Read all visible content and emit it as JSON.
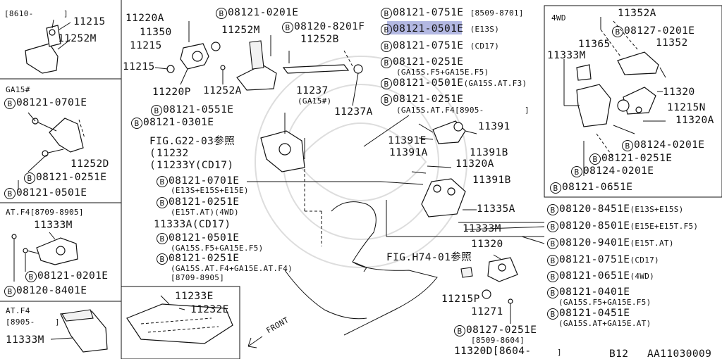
{
  "circle_letter": "B",
  "highlight_color": "#9aa0d8",
  "panels": {
    "p1": {
      "period": "[8610-",
      "close": "]",
      "part_a": "11215",
      "part_b": "11252M"
    },
    "p2": {
      "title": "GA15#",
      "bolt_a": "08121-0701E",
      "part_a": "11252D",
      "bolt_b": "08121-0251E",
      "bolt_c": "08121-0501E"
    },
    "p3": {
      "title": "AT.F4[8709-8905]",
      "part_a": "11333M",
      "bolt_a": "08121-0201E",
      "bolt_b": "08120-8401E"
    },
    "p4": {
      "title": "AT.F4",
      "period": "[8905-",
      "close": "]",
      "part_a": "11333M"
    },
    "p5": {
      "part_a": "11233E",
      "part_b": "11232E",
      "front": "FRONT"
    },
    "p4wd": {
      "title": "4WD",
      "part_a": "11352A",
      "bolt_a": "08127-0201E",
      "part_b": "11365",
      "part_c": "11352",
      "part_d": "11333M",
      "part_e": "11320",
      "part_f": "11215N",
      "part_g": "11320A",
      "bolt_b": "08124-0201E",
      "bolt_c": "08121-0251E",
      "bolt_d": "08124-0201E",
      "bolt_e": "08121-0651E"
    }
  },
  "main": {
    "l01": "11220A",
    "l02": "08121-0201E",
    "l03": "11350",
    "l04": "11252M",
    "l05": "08120-8201F",
    "l06": "11215",
    "l07": "11252B",
    "l08": "11215",
    "l09": "11237",
    "l10": "(GA15#)",
    "l11": "11220P",
    "l12": "11252A",
    "l13": "11237A",
    "l14": "08121-0551E",
    "l15": "08121-0301E",
    "l16": "FIG.G22-03参照",
    "l17": "11232",
    "l18": "11233Y(CD17)",
    "l19": "08121-0701E",
    "l20": "(E13S+E15S+E15E)",
    "l21": "08121-0251E",
    "l22": "(E15T.AT)(4WD)",
    "l23": "11333A(CD17)",
    "l24": "08121-0501E",
    "l25": "(GA15S.F5+GA15E.F5)",
    "l26": "08121-0251E",
    "l27": "(GA15S.AT.F4+GA15E.AT.F4)",
    "l28": "[8709-8905]",
    "r01": "08121-0751E",
    "r01b": "[8509-8701]",
    "r02": "08121-0501E",
    "r02b": "(E13S)",
    "r03": "08121-0751E",
    "r03b": "(CD17)",
    "r04": "08121-0251E",
    "r04b": "(GA15S.F5+GA15E.F5)",
    "r05": "08121-0501E",
    "r05b": "(GA15S.AT.F3)",
    "r06": "08121-0251E",
    "r06b": "(GA15S.AT.F4[8905-",
    "r06c": "]",
    "c01": "11391",
    "c02": "11391E",
    "c03": "11391B",
    "c04": "11391A",
    "c05": "11320A",
    "c06": "11391B",
    "c07": "11335A",
    "c08": "11333M",
    "fig2": "FIG.H74-01参照",
    "c09": "11320",
    "c10": "11215P",
    "c11": "11271",
    "b01": "08127-0251E",
    "b02": "[8509-8604]",
    "b03": "11320D[8604-",
    "b03c": "]"
  },
  "notes": [
    {
      "code": "08120-8451E",
      "cond": "(E13S+E15S)"
    },
    {
      "code": "08120-8501E",
      "cond": "(E15E+E15T.F5)"
    },
    {
      "code": "08120-9401E",
      "cond": "(E15T.AT)"
    },
    {
      "code": "08121-0751E",
      "cond": "(CD17)"
    },
    {
      "code": "08121-0651E",
      "cond": "(4WD)"
    },
    {
      "code": "08121-0401E",
      "cond": "(GA15S.F5+GA15E.F5)"
    },
    {
      "code": "08121-0451E",
      "cond": "(GA15S.AT+GA15E.AT)"
    }
  ],
  "footer": {
    "code_a": "B12",
    "code_b": "AA11030009"
  }
}
